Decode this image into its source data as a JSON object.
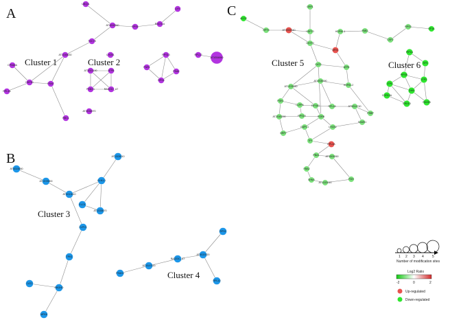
{
  "panels": {
    "A": {
      "letter": "A",
      "clusters": [
        "Cluster 1",
        "Cluster 2"
      ]
    },
    "B": {
      "letter": "B",
      "clusters": [
        "Cluster 3",
        "Cluster 4"
      ]
    },
    "C": {
      "letter": "C",
      "clusters": [
        "Cluster 5",
        "Cluster 6"
      ]
    }
  },
  "colors": {
    "purple": "#b234e0",
    "blue": "#1c96e8",
    "up": "#e8534f",
    "down": "#2ee62e",
    "down_light": "#7be07b",
    "edge": "#8a8a8a"
  },
  "node_labels": {
    "c1": [
      "UBQ11",
      "AT4G00560",
      "RPS6",
      "RBCS1A",
      "LHY",
      "TOC75",
      "AT1G48630",
      "HSP90",
      "CPN60A",
      "RPL3A",
      "PSAF",
      "RBCL"
    ],
    "c2": [
      "AT3G43190",
      "ATPB",
      "PSBO1",
      "RAD23C_A7",
      "LHCB1",
      "FNR1",
      "RPS13",
      "PSAK",
      "RPS4",
      "RPL12",
      "AT3G54890",
      "AT4G38970"
    ],
    "c3": [
      "AT5G15650",
      "AT1G78900",
      "AT5G13610",
      "GLN1;1",
      "AT1G05010",
      "ELO1",
      "AT1G35670",
      "CLPC1",
      "TPK1",
      "CAT2",
      "RBOHD",
      "MPK6"
    ],
    "c4": [
      "AT3G47520",
      "RAD23C_A7",
      "AT5G20320",
      "RPS2",
      "PSAD1",
      "RPL10"
    ],
    "c5": [
      "GRF1",
      "ACO2",
      "RPT5",
      "AT3G53340",
      "HSP70",
      "HSP90-1",
      "PAB2",
      "CSP2",
      "RPS3",
      "EF1A",
      "GSTF2",
      "APX1",
      "CAT3",
      "ATP6",
      "HSP81-2",
      "AT4G08390",
      "AT1G78380",
      "PGK1",
      "CLPP6",
      "EIF4A1",
      "RPL18",
      "AT5G14740",
      "AT2G45290",
      "RPS15",
      "PORB",
      "GAPC1",
      "LHCB2",
      "SAMS1",
      "GRP7",
      "TPI",
      "RPL4A",
      "PBA1",
      "AT3G09260",
      "FBA2",
      "SHM1",
      "AT1G20020",
      "FDH",
      "PSBP"
    ],
    "c6": [
      "PIP1A",
      "TIP1",
      "PIP2B",
      "LTP3",
      "LTP4",
      "DHN",
      "RD29B",
      "COR15A",
      "ERD10"
    ]
  },
  "legend": {
    "size_axis_ticks": [
      "1",
      "2",
      "3",
      "4",
      "5"
    ],
    "size_axis_label": "Number of modification sites",
    "ratio_title": "Log2 Ratio",
    "ratio_ticks": [
      "-2",
      "0",
      "2"
    ],
    "up_label": "Up-regulated",
    "down_label": "Down-regulated"
  }
}
